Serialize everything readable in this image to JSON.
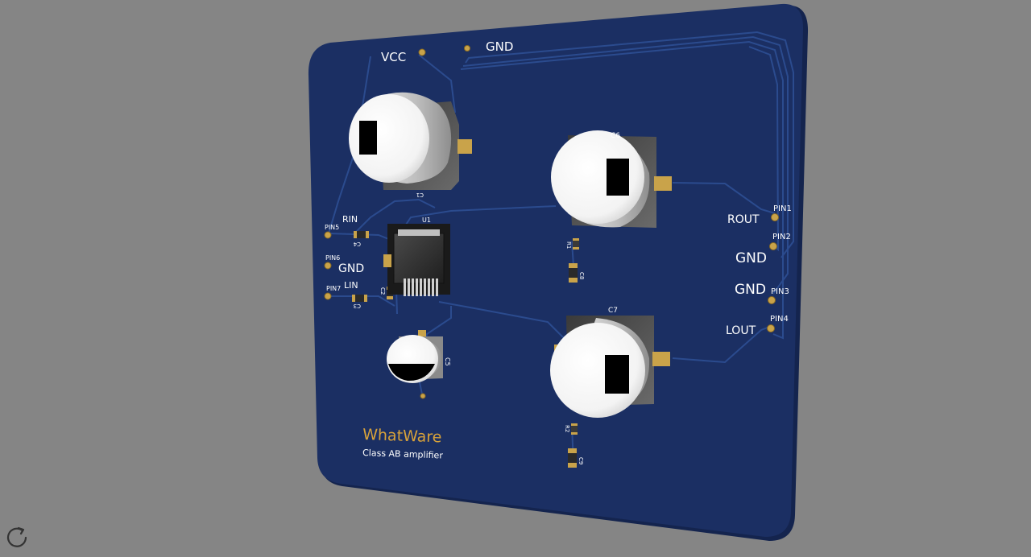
{
  "board": {
    "brand": "WhatWare",
    "subtitle": "Class AB amplifier",
    "colors": {
      "background": "#858585",
      "board": "#1b2f63",
      "board_edge": "#14244e",
      "trace": "#2a4a8c",
      "silk": "#ffffff",
      "brand": "#d8a23a",
      "pad": "#c9a34a"
    }
  },
  "power_labels": {
    "vcc": "VCC",
    "gnd": "GND"
  },
  "connector_labels": {
    "rout": "ROUT",
    "pin1": "PIN1",
    "gnd_a": "GND",
    "pin2": "PIN2",
    "gnd_b": "GND",
    "pin3": "PIN3",
    "lout": "LOUT",
    "pin4": "PIN4",
    "rin": "RIN",
    "pin5": "PIN5",
    "gnd_in": "GND",
    "pin6": "PIN6",
    "lin": "LIN",
    "pin7": "PIN7"
  },
  "designators": {
    "c1": "C1",
    "c2": "C2",
    "c3": "C3",
    "c4": "C4",
    "c5": "C5",
    "c6": "C6",
    "c7": "C7",
    "c8": "C8",
    "c9": "C9",
    "r1": "R1",
    "r2": "R2",
    "u1": "U1"
  },
  "toolbar": {
    "reset_icon": "rotate-view-icon"
  }
}
